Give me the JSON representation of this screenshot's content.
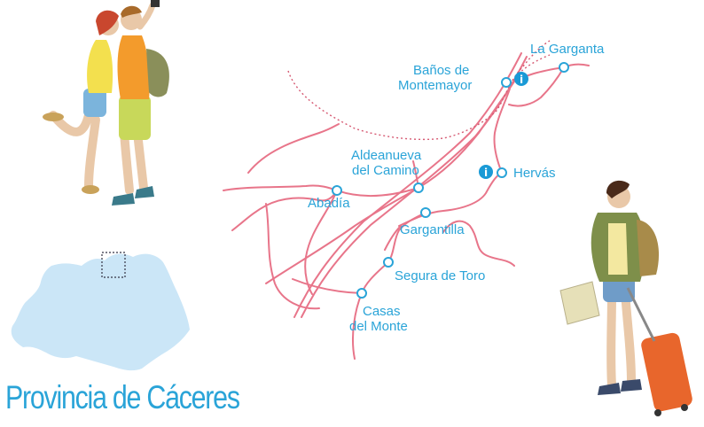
{
  "map": {
    "region_title": "Provincia de Cáceres",
    "towns": {
      "la_garganta": "La Garganta",
      "banos_line1": "Baños de",
      "banos_line2": "Montemayor",
      "aldeanueva_line1": "Aldeanueva",
      "aldeanueva_line2": "del Camino",
      "hervas": "Hervás",
      "abadia": "Abadía",
      "gargantilla": "Gargantilla",
      "segura": "Segura de Toro",
      "casas_line1": "Casas",
      "casas_line2": "del Monte"
    },
    "info_symbol": "i",
    "colors": {
      "roads": "#e8758a",
      "towns": "#2aa4d8",
      "province": "#cbe6f7"
    }
  }
}
